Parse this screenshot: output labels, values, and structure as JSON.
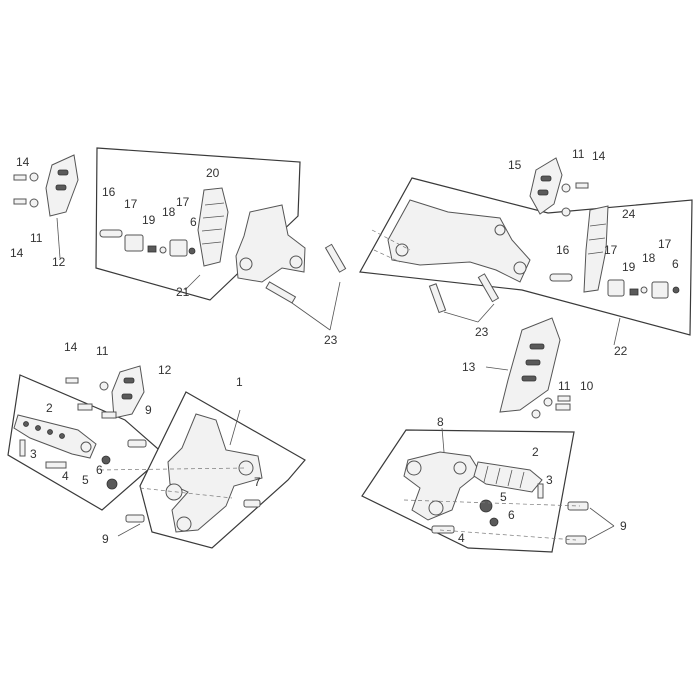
{
  "labels": {
    "n1": "1",
    "n2": "2",
    "n3": "3",
    "n4": "4",
    "n5": "5",
    "n6": "6",
    "n7": "7",
    "n8": "8",
    "n9": "9",
    "n10": "10",
    "n11": "11",
    "n12": "12",
    "n13": "13",
    "n14": "14",
    "n15": "15",
    "n16": "16",
    "n17": "17",
    "n18": "18",
    "n19": "19",
    "n20": "20",
    "n21": "21",
    "n22": "22",
    "n23": "23",
    "n24": "24"
  }
}
